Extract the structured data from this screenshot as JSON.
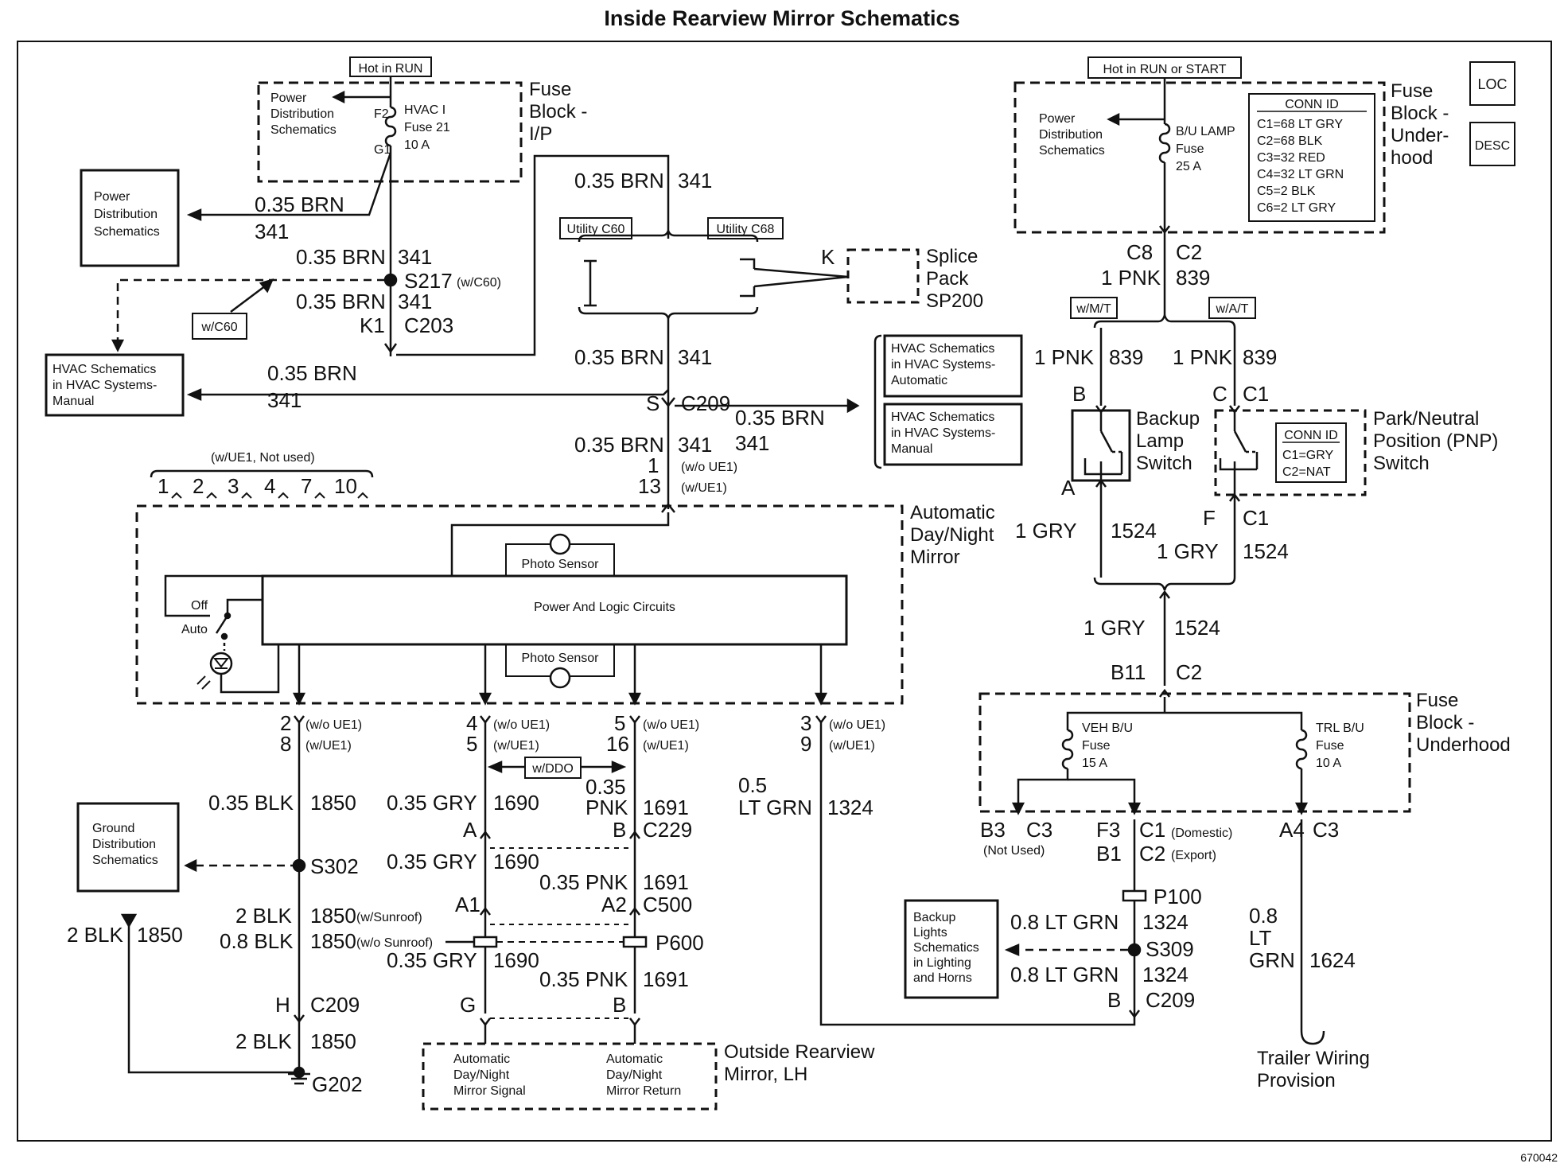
{
  "title": "Inside Rearview Mirror Schematics",
  "figure_number": "670042",
  "left": {
    "hot_in_run": "Hot in RUN",
    "fuse_block_ip": [
      "Fuse",
      "Block -",
      "I/P"
    ],
    "pd_schem_small": [
      "Power",
      "Distribution",
      "Schematics"
    ],
    "fuse_f2": "F2",
    "fuse_g1": "G1",
    "fuse_name": [
      "HVAC I",
      "Fuse 21",
      "10 A"
    ],
    "pd_box": [
      "Power",
      "Distribution",
      "Schematics"
    ],
    "w_c60": "w/C60",
    "hvac_manual_box": [
      "HVAC Schematics",
      "in HVAC Systems-",
      "Manual"
    ],
    "wire_035brn": "0.35 BRN",
    "circuit_341": "341",
    "s217": "S217",
    "s217_note": "(w/C60)",
    "k1": "K1",
    "c203": "C203"
  },
  "center": {
    "utility_c60": "Utility C60",
    "utility_c68": "Utility C68",
    "splice_pack": [
      "Splice",
      "Pack",
      "SP200"
    ],
    "k": "K",
    "s": "S",
    "c209": "C209",
    "pin1": "1",
    "pin13": "13",
    "wo_ue1": "(w/o UE1)",
    "w_ue1": "(w/UE1)",
    "not_used": "(w/UE1, Not used)",
    "unused_pins": [
      "1",
      "2",
      "3",
      "4",
      "7",
      "10"
    ],
    "hvac_auto_box": [
      "HVAC Schematics",
      "in HVAC Systems-",
      "Automatic"
    ],
    "hvac_manual_box2": [
      "HVAC Schematics",
      "in HVAC Systems-",
      "Manual"
    ],
    "mirror_label": [
      "Automatic",
      "Day/Night",
      "Mirror"
    ],
    "photo_sensor": "Photo Sensor",
    "power_logic": "Power And Logic Circuits",
    "off": "Off",
    "auto": "Auto"
  },
  "bottom": {
    "pin2": "2",
    "pin8": "8",
    "pin4": "4",
    "pin5": "5",
    "pin5b": "5",
    "pin16": "16",
    "pin3": "3",
    "pin9": "9",
    "w_ddo": "w/DDO",
    "wire_035blk": "0.35 BLK",
    "c1850": "1850",
    "wire_035gry": "0.35 GRY",
    "c1690": "1690",
    "wire_035": "0.35",
    "pnk": "PNK",
    "c1691": "1691",
    "wire_05": "0.5",
    "lt_grn": "LT GRN",
    "c1324": "1324",
    "a": "A",
    "b": "B",
    "c229": "C229",
    "ground_box": [
      "Ground",
      "Distribution",
      "Schematics"
    ],
    "s302": "S302",
    "wire_2blk": "2 BLK",
    "wire_08blk": "0.8 BLK",
    "w_sunroof": "(w/Sunroof)",
    "wo_sunroof": "(w/o Sunroof)",
    "wire_035pnk": "0.35 PNK",
    "a1": "A1",
    "a2": "A2",
    "c500": "C500",
    "p600": "P600",
    "h": "H",
    "g": "G",
    "b2": "B",
    "g202": "G202",
    "outside_mirror_box": [
      "Automatic",
      "Day/Night",
      "Mirror Signal"
    ],
    "outside_mirror_box2": [
      "Automatic",
      "Day/Night",
      "Mirror Return"
    ],
    "outside_label": [
      "Outside Rearview",
      "Mirror, LH"
    ]
  },
  "right": {
    "hot_run_start": "Hot in RUN or START",
    "pd_schem": [
      "Power",
      "Distribution",
      "Schematics"
    ],
    "bu_fuse": [
      "B/U LAMP",
      "Fuse",
      "25 A"
    ],
    "conn_id_title": "CONN ID",
    "conn_ids": [
      "C1=68 LT GRY",
      "C2=68 BLK",
      "C3=32 RED",
      "C4=32 LT GRN",
      "C5=2 BLK",
      "C6=2 LT GRY"
    ],
    "fuse_block_uh": [
      "Fuse",
      "Block -",
      "Under-",
      "hood"
    ],
    "loc": "LOC",
    "desc": "DESC",
    "c8": "C8",
    "c2": "C2",
    "wire_1pnk": "1 PNK",
    "c839": "839",
    "w_mt": "w/M/T",
    "w_at": "w/A/T",
    "b": "B",
    "c": "C",
    "c1": "C1",
    "a": "A",
    "f": "F",
    "backup_switch": [
      "Backup",
      "Lamp",
      "Switch"
    ],
    "pnp_conn_title": "CONN ID",
    "pnp_conn": [
      "C1=GRY",
      "C2=NAT"
    ],
    "pnp_label": [
      "Park/Neutral",
      "Position (PNP)",
      "Switch"
    ],
    "wire_1gry": "1 GRY",
    "c1524": "1524",
    "b11": "B11",
    "fuse_block_uh2": [
      "Fuse",
      "Block -",
      "Underhood"
    ],
    "veh_bu": [
      "VEH B/U",
      "Fuse",
      "15 A"
    ],
    "trl_bu": [
      "TRL B/U",
      "Fuse",
      "10 A"
    ],
    "b3": "B3",
    "c3": "C3",
    "not_used": "(Not Used)",
    "f3": "F3",
    "b1": "B1",
    "c1d": "C1",
    "c2e": "C2",
    "domestic": "(Domestic)",
    "export": "(Export)",
    "a4": "A4",
    "p100": "P100",
    "wire_08ltgrn": "0.8 LT GRN",
    "s309": "S309",
    "c209": "C209",
    "backup_lights_box": [
      "Backup",
      "Lights",
      "Schematics",
      "in Lighting",
      "and Horns"
    ],
    "wire_08": "0.8",
    "lt": "LT",
    "grn": "GRN",
    "c1624": "1624",
    "trailer": [
      "Trailer Wiring",
      "Provision"
    ]
  }
}
